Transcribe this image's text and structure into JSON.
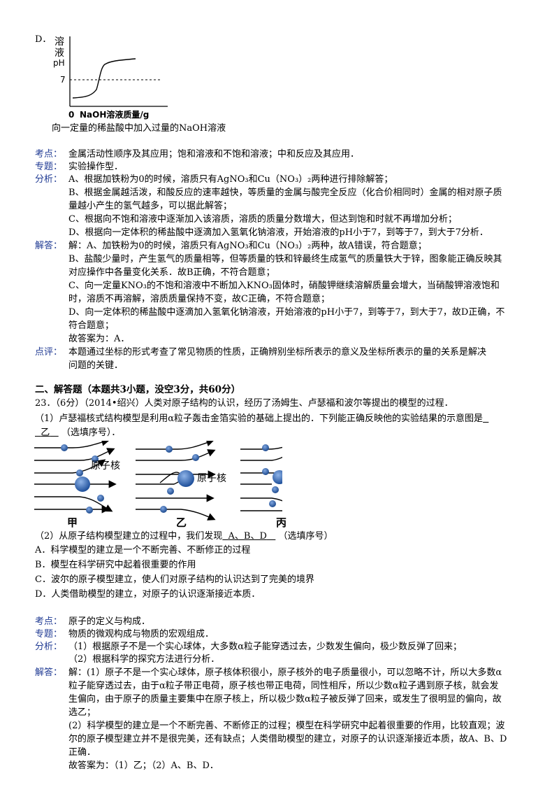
{
  "prev_option_d": {
    "label": "D．",
    "chart_ylabel_1": "溶",
    "chart_ylabel_2": "液",
    "chart_ylabel_3": "pH",
    "chart_tick_7": "7",
    "chart_origin": "0",
    "chart_xlabel": "NaOH溶液质量/g",
    "caption": "向一定量的稀盐酸中加入过量的NaOH溶液"
  },
  "chart_data": {
    "type": "line",
    "title": "",
    "xlabel": "NaOH溶液质量/g",
    "ylabel": "溶液pH",
    "reference_line": 7,
    "series": [
      {
        "values": [
          [
            "0",
            "<7"
          ],
          [
            "plateau",
            "<7"
          ],
          [
            "rise",
            "=7"
          ],
          [
            "end",
            ">7"
          ]
        ]
      }
    ]
  },
  "analysis1": {
    "kaodian_label": "考点：",
    "kaodian_text": "金属活动性顺序及其应用；饱和溶液和不饱和溶液；中和反应及其应用．",
    "zhuanti_label": "专题：",
    "zhuanti_text": "实验操作型．",
    "fenxi_label": "分析：",
    "fenxi_lines": [
      "A、根据加铁粉为0的时候，溶质只有AgNO₃和Cu（NO₃）₂两种进行排除解答；",
      "B、根据金属越活泼，和酸反应的速率越快，等质量的金属与酸完全反应（化合价相同时）金属的相对原子质",
      "量越小产生的氢气越多，可以据此解答；",
      "C、根据向不饱和溶液中逐渐加入该溶质，溶质的质量分数增大，但达到饱和时就不再增加分析；",
      "D、根据向一定体积的稀盐酸中逐滴加入氢氧化钠溶液，开始溶液的pH小于7，到等于7，到大于7分析．"
    ],
    "jieda_label": "解答：",
    "jieda_lines": [
      "解：A、加铁粉为0的时候，溶质只有AgNO₃和Cu（NO₃）₂两种，故A错误，符合题意；",
      "B、盐酸少量时，产生氢气的质量相等，但等质量的铁和锌最终生成氢气的质量铁大于锌，图象能正确反映其",
      "对应操作中各量变化关系．故B正确，不符合题意；",
      "C、向一定量KNO₃的不饱和溶液中不断加入KNO₃固体时，硝酸钾继续溶解质量会增大，当硝酸钾溶液饱和",
      "时，溶质不再溶解，溶质质量保持不变，故C正确，不符合题意；",
      "D、向一定体积的稀盐酸中逐滴加入氢氧化钠溶液，开始溶液的pH小于7，到等于7，到大于7，故D正确，不",
      "符合题意；",
      "故答案为：A．"
    ],
    "dianping_label": "点评：",
    "dianping_lines": [
      "本题通过坐标的形式考查了常见物质的性质，正确辨别坐标所表示的意义及坐标所表示的量的关系是解决",
      "问题的关键．"
    ]
  },
  "section2": {
    "heading": "二、解答题（本题共3小题，没空3分，共60分）",
    "q23_intro": "23．（6分）（2014•绍兴）人类对原子结构的认识，经历了汤姆生、卢瑟福和波尔等提出的模型的过程．",
    "q23_p1_a": "（1）卢瑟福核式结构模型是利用α粒子轰击金箔实验的基础上提出的．下列能正确反映他的实验结果的示意图是",
    "q23_p1_answer": "乙",
    "q23_p1_b": "（选填序号）．",
    "fig_nucleus": "原子核",
    "fig_labels": [
      "甲",
      "乙",
      "丙"
    ],
    "q23_p2_a": "（2）从原子结构模型建立的过程中，我们发现",
    "q23_p2_answer": "A、B、D",
    "q23_p2_b": "（选填序号）",
    "options": [
      "A．科学模型的建立是一个不断完善、不断修正的过程",
      "B．模型在科学研究中起着很重要的作用",
      "C．波尔的原子模型建立，使人们对原子结构的认识达到了完美的境界",
      "D．人类借助模型的建立，对原子的认识逐渐接近本质．"
    ]
  },
  "analysis2": {
    "kaodian_label": "考点：",
    "kaodian_text": "原子的定义与构成．",
    "zhuanti_label": "专题：",
    "zhuanti_text": "物质的微观构成与物质的宏观组成．",
    "fenxi_label": "分析：",
    "fenxi_lines": [
      "（1）根据原子不是一个实心球体，大多数α粒子能穿透过去，少数发生偏向，极少数反弹了回来；",
      "（2）根据科学的探究方法进行分析．"
    ],
    "jieda_label": "解答：",
    "jieda_lines": [
      "解：(1）原子不是一个实心球体，原子核体积很小，原子核外的电子质量很小，可以忽略不计，所以大多数α",
      "粒子能穿透过去，由于α粒子带正电荷，原子核也带正电荷，同性相斥，所以少数α粒子遇到原子核，就会发",
      "生偏向，由于原子的质量主要集中在原子核上，所以极少数α粒子被反弹了回来，或发生了很明显的偏向，故",
      "选乙；",
      "(2）科学模型的建立是一个不断完善、不断修正的过程；模型在科学研究中起着很重要的作用，比较直观；波",
      "尔的原子模型建立并不是很完美，还有缺点；人类借助模型的建立，对原子的认识逐渐接近本质，故A、B、D",
      "正确．",
      "故答案为：（1）乙；（2）A、B、D．"
    ]
  }
}
